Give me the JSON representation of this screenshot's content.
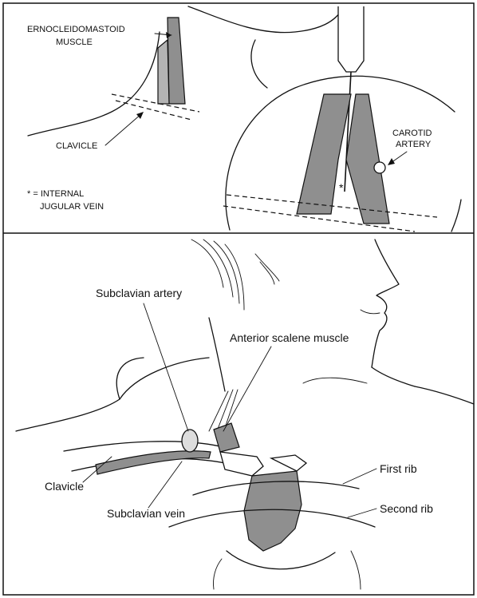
{
  "top_panel": {
    "labels": {
      "scm_line1": "ERNOCLEIDOMASTOID",
      "scm_line2": "MUSCLE",
      "clavicle": "CLAVICLE",
      "carotid_line1": "CAROTID",
      "carotid_line2": "ARTERY",
      "asterisk_mark": "*",
      "legend_line1": "* = INTERNAL",
      "legend_line2": "JUGULAR VEIN"
    }
  },
  "bottom_panel": {
    "labels": {
      "subclavian_artery": "Subclavian artery",
      "anterior_scalene": "Anterior scalene muscle",
      "clavicle": "Clavicle",
      "first_rib": "First rib",
      "second_rib": "Second rib",
      "subclavian_vein": "Subclavian vein"
    }
  },
  "colors": {
    "ink": "#111111",
    "shading": "#8f8f8f",
    "background": "#ffffff"
  }
}
